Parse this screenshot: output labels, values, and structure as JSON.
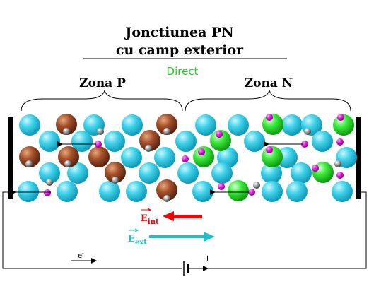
{
  "title": {
    "line1": "Jonctiunea PN",
    "line2": "cu camp exterior"
  },
  "mode": "Direct",
  "zones": {
    "p": "Zona P",
    "n": "Zona N"
  },
  "fields": {
    "internal": {
      "base": "E",
      "sub": "int"
    },
    "external": {
      "base": "E",
      "sub": "ext"
    }
  },
  "circuit": {
    "electron": "e",
    "electron_sup": "-",
    "current": "I"
  },
  "colors": {
    "atom": "#33cfe6",
    "acceptor": "#a0522d",
    "donor": "#33e633",
    "electron": "#e020e0",
    "hole": "#909090",
    "e_int": "#ff0000",
    "e_ext": "#20c0c8",
    "mode": "#22cc22"
  }
}
